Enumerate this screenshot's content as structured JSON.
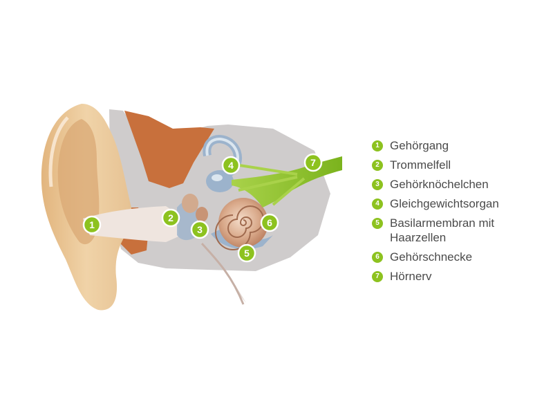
{
  "colors": {
    "accent_green": "#8dc21f",
    "skin": "#e8c99a",
    "bone_orange": "#c8703c",
    "head_grey": "#cfcccc",
    "inner_blue": "#9cb3cc",
    "legend_text": "#4a4a4a"
  },
  "markers": [
    "1",
    "2",
    "3",
    "4",
    "5",
    "6",
    "7"
  ],
  "legend": [
    {
      "number": "1",
      "label": "Gehörgang"
    },
    {
      "number": "2",
      "label": "Trommelfell"
    },
    {
      "number": "3",
      "label": "Gehörknöchelchen"
    },
    {
      "number": "4",
      "label": "Gleichgewichtsorgan"
    },
    {
      "number": "5",
      "label": "Basilarmembran mit Haarzellen"
    },
    {
      "number": "6",
      "label": "Gehörschnecke"
    },
    {
      "number": "7",
      "label": "Hörnerv"
    }
  ]
}
